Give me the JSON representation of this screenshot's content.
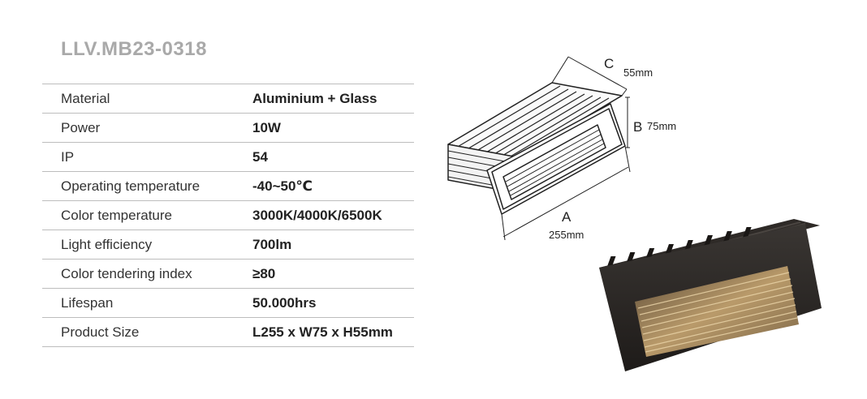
{
  "product": {
    "model": "LLV.MB23-0318"
  },
  "specs": [
    {
      "label": "Material",
      "value": "Aluminium + Glass"
    },
    {
      "label": "Power",
      "value": "10W"
    },
    {
      "label": "IP",
      "value": "54"
    },
    {
      "label": "Operating temperature",
      "value": "-40~50℃"
    },
    {
      "label": "Color temperature",
      "value": "3000K/4000K/6500K"
    },
    {
      "label": "Light efficiency",
      "value": "700lm"
    },
    {
      "label": "Color tendering index",
      "value": "≥80"
    },
    {
      "label": "Lifespan",
      "value": "50.000hrs"
    },
    {
      "label": "Product Size",
      "value": "L255 x W75 x H55mm"
    }
  ],
  "dimensions": {
    "a_letter": "A",
    "a_value": "255mm",
    "b_letter": "B",
    "b_value": "75mm",
    "c_letter": "C",
    "c_value": "55mm"
  }
}
